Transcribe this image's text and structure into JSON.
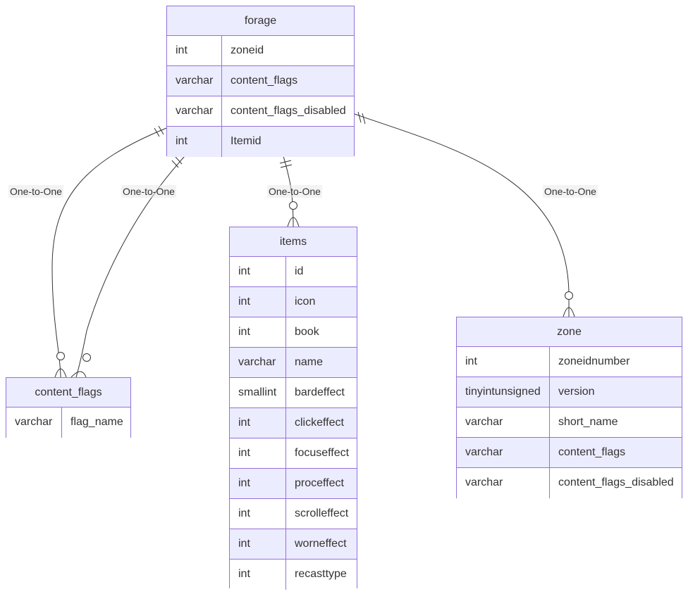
{
  "entities": {
    "forage": {
      "name": "forage",
      "attributes": [
        {
          "type": "int",
          "name": "zoneid"
        },
        {
          "type": "varchar",
          "name": "content_flags"
        },
        {
          "type": "varchar",
          "name": "content_flags_disabled"
        },
        {
          "type": "int",
          "name": "Itemid"
        }
      ]
    },
    "items": {
      "name": "items",
      "attributes": [
        {
          "type": "int",
          "name": "id"
        },
        {
          "type": "int",
          "name": "icon"
        },
        {
          "type": "int",
          "name": "book"
        },
        {
          "type": "varchar",
          "name": "name"
        },
        {
          "type": "smallint",
          "name": "bardeffect"
        },
        {
          "type": "int",
          "name": "clickeffect"
        },
        {
          "type": "int",
          "name": "focuseffect"
        },
        {
          "type": "int",
          "name": "proceffect"
        },
        {
          "type": "int",
          "name": "scrolleffect"
        },
        {
          "type": "int",
          "name": "worneffect"
        },
        {
          "type": "int",
          "name": "recasttype"
        }
      ]
    },
    "content_flags": {
      "name": "content_flags",
      "attributes": [
        {
          "type": "varchar",
          "name": "flag_name"
        }
      ]
    },
    "zone": {
      "name": "zone",
      "attributes": [
        {
          "type": "int",
          "name": "zoneidnumber"
        },
        {
          "type": "tinyintunsigned",
          "name": "version"
        },
        {
          "type": "varchar",
          "name": "short_name"
        },
        {
          "type": "varchar",
          "name": "content_flags"
        },
        {
          "type": "varchar",
          "name": "content_flags_disabled"
        }
      ]
    }
  },
  "relationships": [
    {
      "from": "forage",
      "to": "content_flags",
      "label": "One-to-One"
    },
    {
      "from": "forage",
      "to": "content_flags",
      "label": "One-to-One"
    },
    {
      "from": "forage",
      "to": "items",
      "label": "One-to-One"
    },
    {
      "from": "forage",
      "to": "zone",
      "label": "One-to-One"
    }
  ],
  "colors": {
    "entity_border": "#9370DB",
    "entity_fill": "#ECECFF",
    "row_alt_fill": "#ffffff",
    "edge_stroke": "#333333"
  }
}
